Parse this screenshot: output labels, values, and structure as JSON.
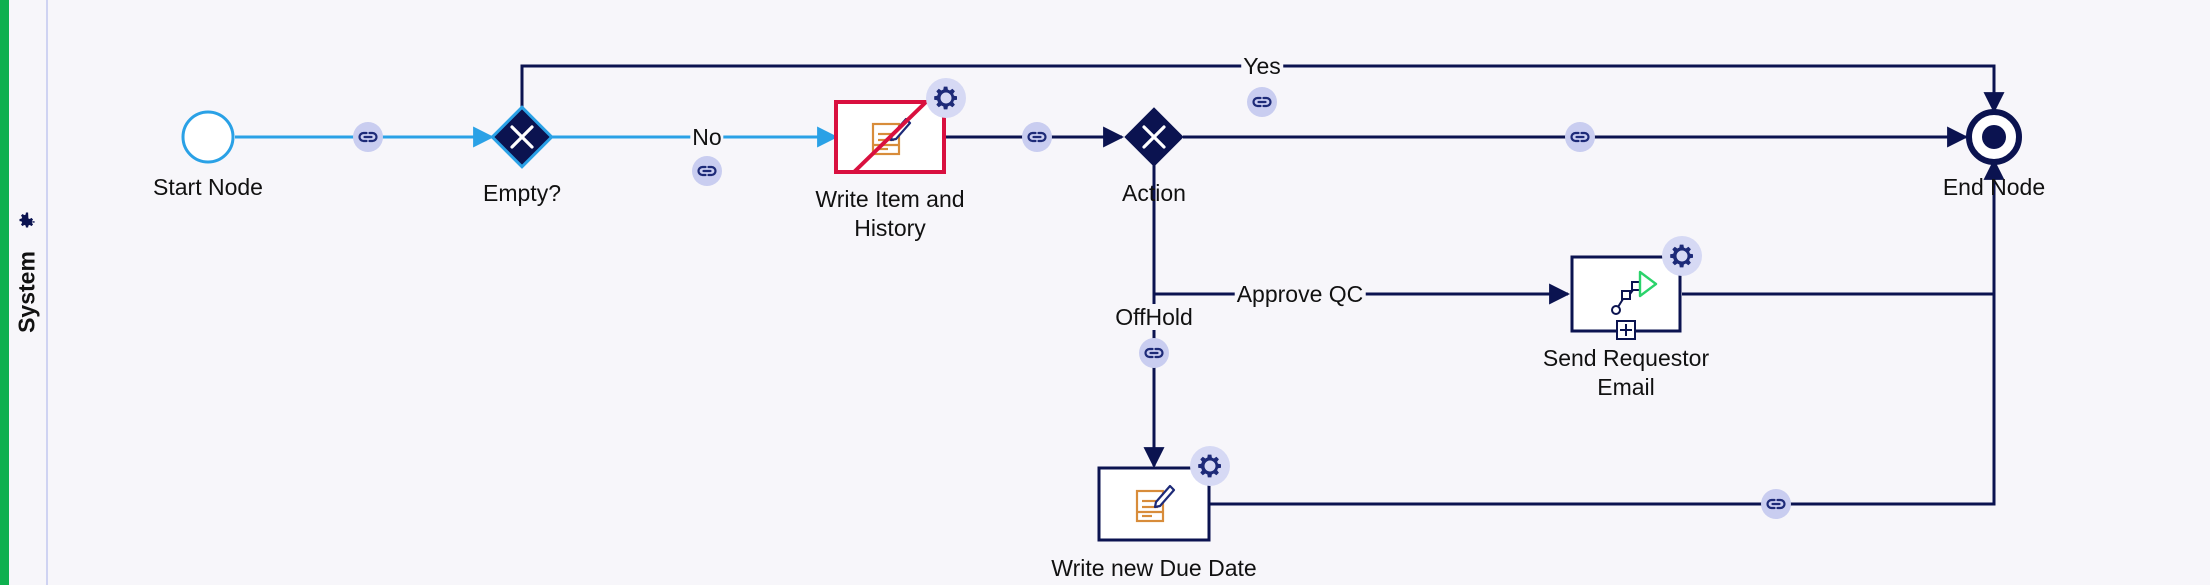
{
  "lane": {
    "title": "System"
  },
  "nodes": {
    "start": {
      "label": "Start Node"
    },
    "empty_gateway": {
      "label": "Empty?"
    },
    "write_item": {
      "label_line1": "Write Item and",
      "label_line2": "History"
    },
    "action_gateway": {
      "label": "Action"
    },
    "end": {
      "label": "End Node"
    },
    "send_email": {
      "label_line1": "Send Requestor",
      "label_line2": "Email"
    },
    "write_due_date": {
      "label": "Write new Due Date"
    }
  },
  "edges": {
    "yes": "Yes",
    "no": "No",
    "approve_qc": "Approve QC",
    "offhold": "OffHold"
  },
  "colors": {
    "navy": "#0b1350",
    "blue_flow": "#2aa1e6",
    "error_red": "#d9103f",
    "link_badge": "#c9cdf0",
    "doc_orange": "#d88c3a",
    "play_green": "#2bd36b"
  },
  "icons": [
    "gear-icon",
    "link-icon",
    "document-edit-icon",
    "subprocess-icon",
    "play-icon",
    "plus-icon"
  ]
}
